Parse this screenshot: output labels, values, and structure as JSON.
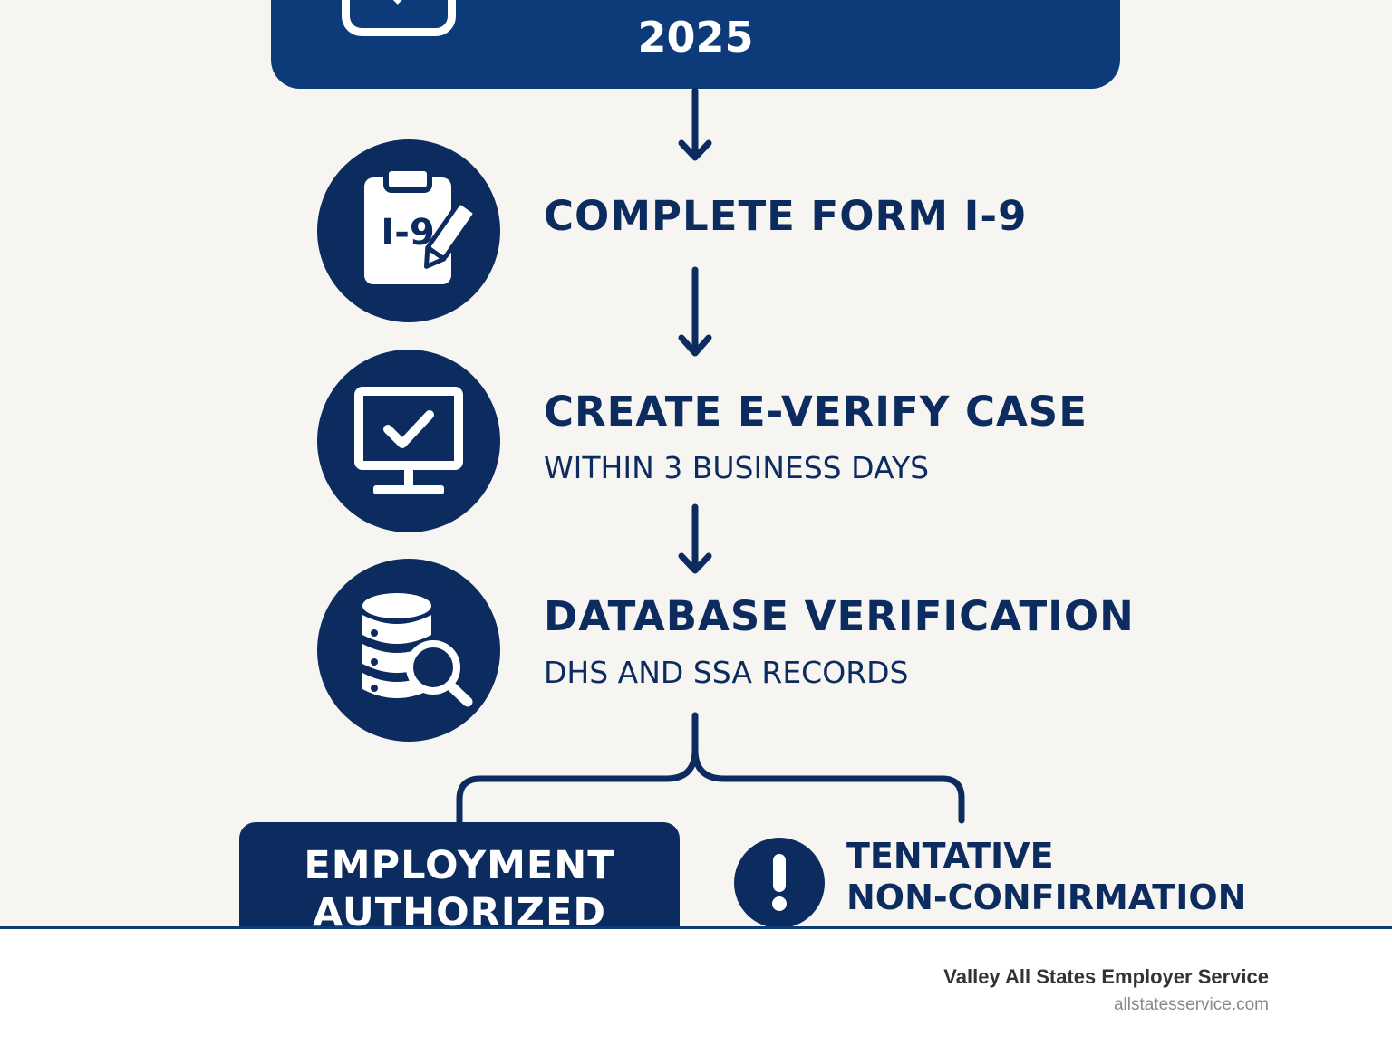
{
  "header": {
    "year": "2025",
    "icon": "checkbox-icon"
  },
  "steps": [
    {
      "title": "COMPLETE FORM I-9",
      "subtitle": "",
      "icon": "clipboard-pencil-icon",
      "icon_text": "I-9"
    },
    {
      "title": "CREATE E-VERIFY CASE",
      "subtitle": "WITHIN 3 BUSINESS DAYS",
      "icon": "monitor-check-icon"
    },
    {
      "title": "DATABASE VERIFICATION",
      "subtitle": "DHS AND SSA RECORDS",
      "icon": "database-search-icon"
    }
  ],
  "outcomes": {
    "authorized": {
      "line1": "EMPLOYMENT",
      "line2": "AUTHORIZED"
    },
    "tentative": {
      "line1": "TENTATIVE",
      "line2": "NON-CONFIRMATION",
      "icon": "exclamation-icon"
    }
  },
  "footer": {
    "company": "Valley All States Employer Service",
    "url": "allstatesservice.com"
  },
  "colors": {
    "navy": "#0c2b5e",
    "header_blue": "#0d3b7a",
    "background": "#f7f5f2"
  }
}
